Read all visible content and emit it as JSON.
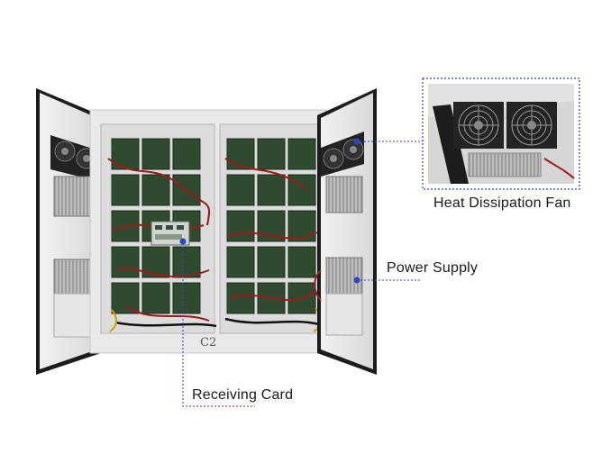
{
  "callouts": {
    "fan": "Heat Dissipation Fan",
    "power": "Power Supply",
    "card": "Receiving Card"
  },
  "cabinet": {
    "label": "C2"
  },
  "colors": {
    "callout_line": "#2d46c8",
    "cabinet_frame": "#e9e9e9",
    "door_edge": "#1c1c1c",
    "module": "#2f4a2f",
    "cable": "#9b1b1b"
  }
}
